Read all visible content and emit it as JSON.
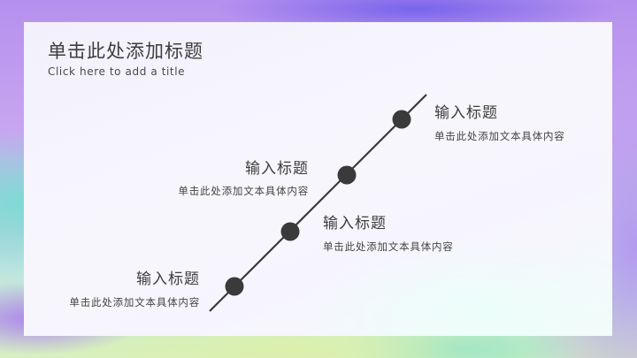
{
  "slide": {
    "title": "单击此处添加标题",
    "subtitle": "Click here to add a title"
  },
  "timeline": {
    "line_color": "#3a3a3a",
    "node_color": "#3a3a3a",
    "items": [
      {
        "heading": "输入标题",
        "description": "单击此处添加文本具体内容",
        "side": "right"
      },
      {
        "heading": "输入标题",
        "description": "单击此处添加文本具体内容",
        "side": "left"
      },
      {
        "heading": "输入标题",
        "description": "单击此处添加文本具体内容",
        "side": "right"
      },
      {
        "heading": "输入标题",
        "description": "单击此处添加文本具体内容",
        "side": "left"
      }
    ]
  }
}
